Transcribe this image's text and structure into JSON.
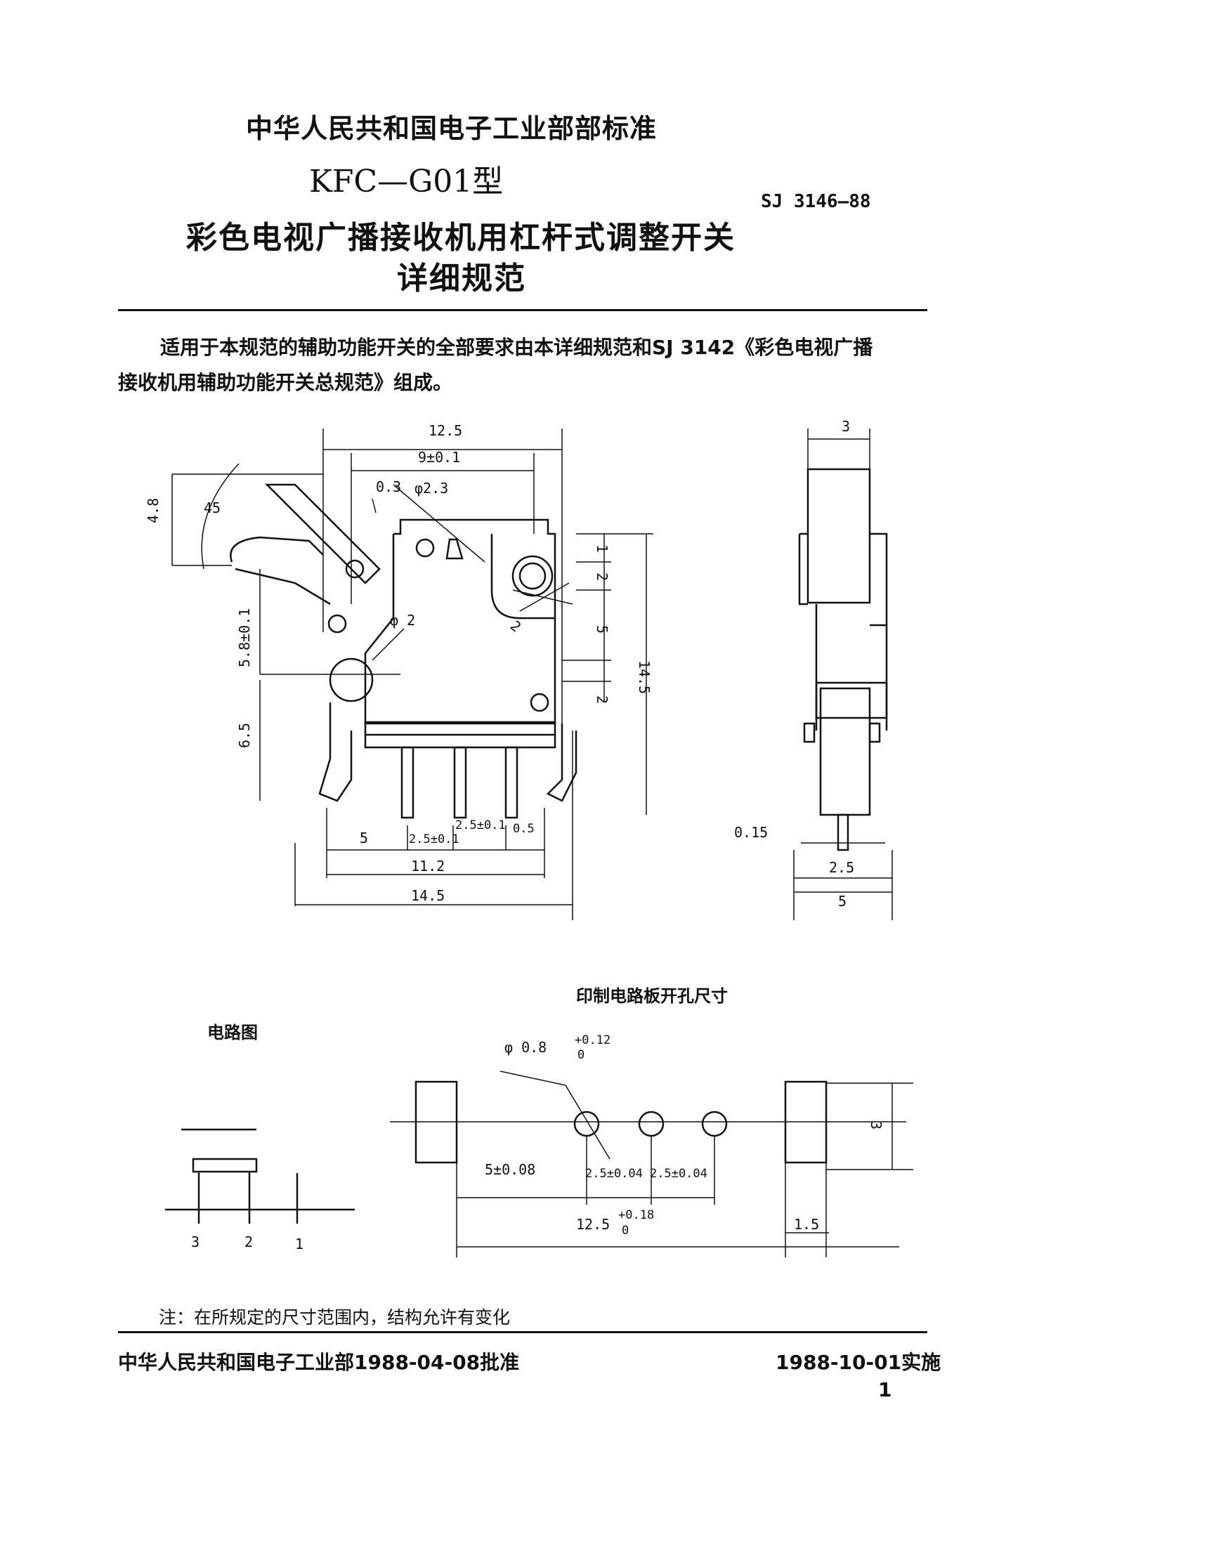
{
  "header": {
    "ministry_standard": "中华人民共和国电子工业部部标准",
    "model": "KFC—G01型",
    "standard_number": "SJ 3146—88",
    "title_line1": "彩色电视广播接收机用杠杆式调整开关",
    "title_line2": "详细规范"
  },
  "body": {
    "intro_line1": "适用于本规范的辅助功能开关的全部要求由本详细规范和SJ 3142《彩色电视广播",
    "intro_line2": "接收机用辅助功能开关总规范》组成。"
  },
  "front_view": {
    "dims": {
      "w_top": "12.5",
      "w_9": "9±0.1",
      "d_03": "0.3",
      "phi23": "φ2.3",
      "h48": "4.8",
      "a45": "45",
      "h58": "5.8±0.1",
      "phi2": "φ 2",
      "h65": "6.5",
      "r1": "1",
      "r2a": "2",
      "r2b": "2",
      "r5": "5",
      "r2c": "2",
      "h145": "14.5",
      "b5": "5",
      "b25a": "2.5±0.1",
      "b25b": "2.5±0.1",
      "b05": "0.5",
      "b112": "11.2",
      "b145": "14.5"
    }
  },
  "side_view": {
    "dims": {
      "top3": "3",
      "d015": "0.15",
      "d25": "2.5",
      "d5": "5"
    }
  },
  "circuit": {
    "title": "电路图",
    "pins": [
      "3",
      "2",
      "1"
    ]
  },
  "pcb": {
    "title": "印制电路板开孔尺寸",
    "dims": {
      "hole_phi": "φ 0.8",
      "hole_tol_plus": "+0.12",
      "hole_tol_minus": "0",
      "p1": "5±0.08",
      "p2": "2.5±0.04",
      "p3": "2.5±0.04",
      "total": "12.5",
      "total_tol_plus": "+0.18",
      "total_tol_minus": "0",
      "h3": "3",
      "w15": "1.5"
    }
  },
  "note": "注：在所规定的尺寸范围内，结构允许有变化",
  "footer": {
    "approved": "中华人民共和国电子工业部1988-04-08批准",
    "effective": "1988-10-01实施",
    "page_number": "1"
  }
}
